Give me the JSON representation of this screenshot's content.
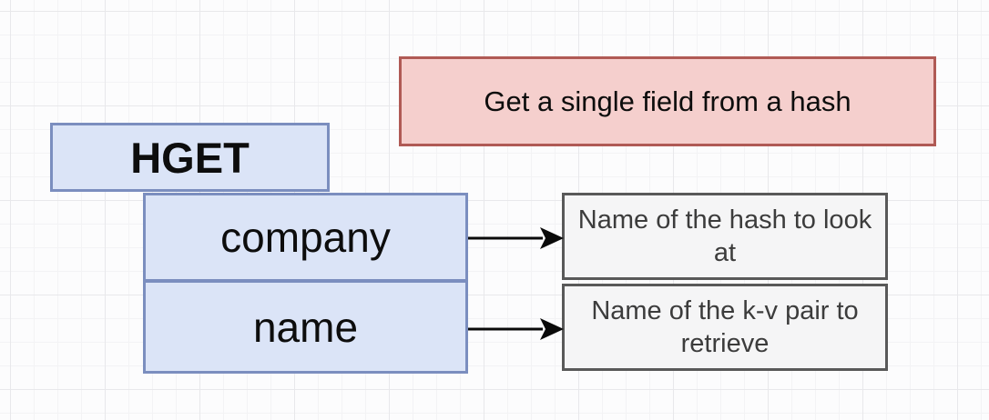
{
  "diagram": {
    "title_context": "HGET command diagram",
    "command_node": {
      "label": "HGET"
    },
    "arg_nodes": [
      {
        "label": "company"
      },
      {
        "label": "name"
      }
    ],
    "note_node": {
      "label": "Get a single field from a hash"
    },
    "description_nodes": [
      {
        "label": "Name of the hash to look at"
      },
      {
        "label": "Name of the k-v pair to retrieve"
      }
    ],
    "colors": {
      "blue_fill": "#dbe4f7",
      "blue_border": "#7b8ebf",
      "red_fill": "#f5cfcd",
      "red_border": "#b05a55",
      "gray_fill": "#f5f5f6",
      "gray_border": "#595959",
      "gray_text": "#3c3c3c",
      "arrow_color": "#0a0a0a"
    }
  }
}
